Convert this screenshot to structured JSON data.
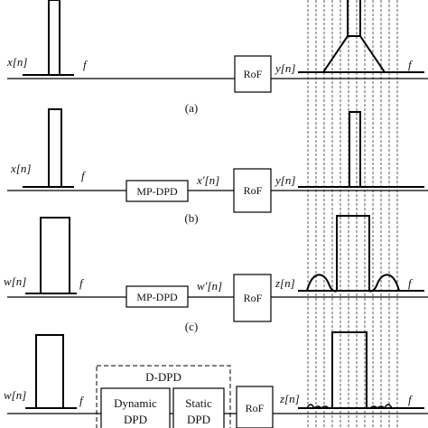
{
  "panels": {
    "a": {
      "caption": "(a)",
      "input_label": "x[n]",
      "freq_label": "f",
      "rof_label": "RoF",
      "output_label": "y[n]",
      "output_freq_label": "f"
    },
    "b": {
      "caption": "(b)",
      "input_label": "x[n]",
      "freq_label": "f",
      "dpd_label": "MP-DPD",
      "mid_label": "x'[n]",
      "rof_label": "RoF",
      "output_label": "y[n]"
    },
    "c": {
      "caption": "(c)",
      "input_label": "w[n]",
      "freq_label": "f",
      "dpd_label": "MP-DPD",
      "mid_label": "w'[n]",
      "rof_label": "RoF",
      "output_label": "z[n]",
      "output_freq_label": "f"
    },
    "d": {
      "input_label": "w[n]",
      "freq_label": "f",
      "group_label": "D-DPD",
      "dynamic_line1": "Dynamic",
      "dynamic_line2": "DPD",
      "static_line1": "Static",
      "static_line2": "DPD",
      "rof_label": "RoF",
      "output_label": "z[n]",
      "output_freq_label": "f"
    }
  }
}
